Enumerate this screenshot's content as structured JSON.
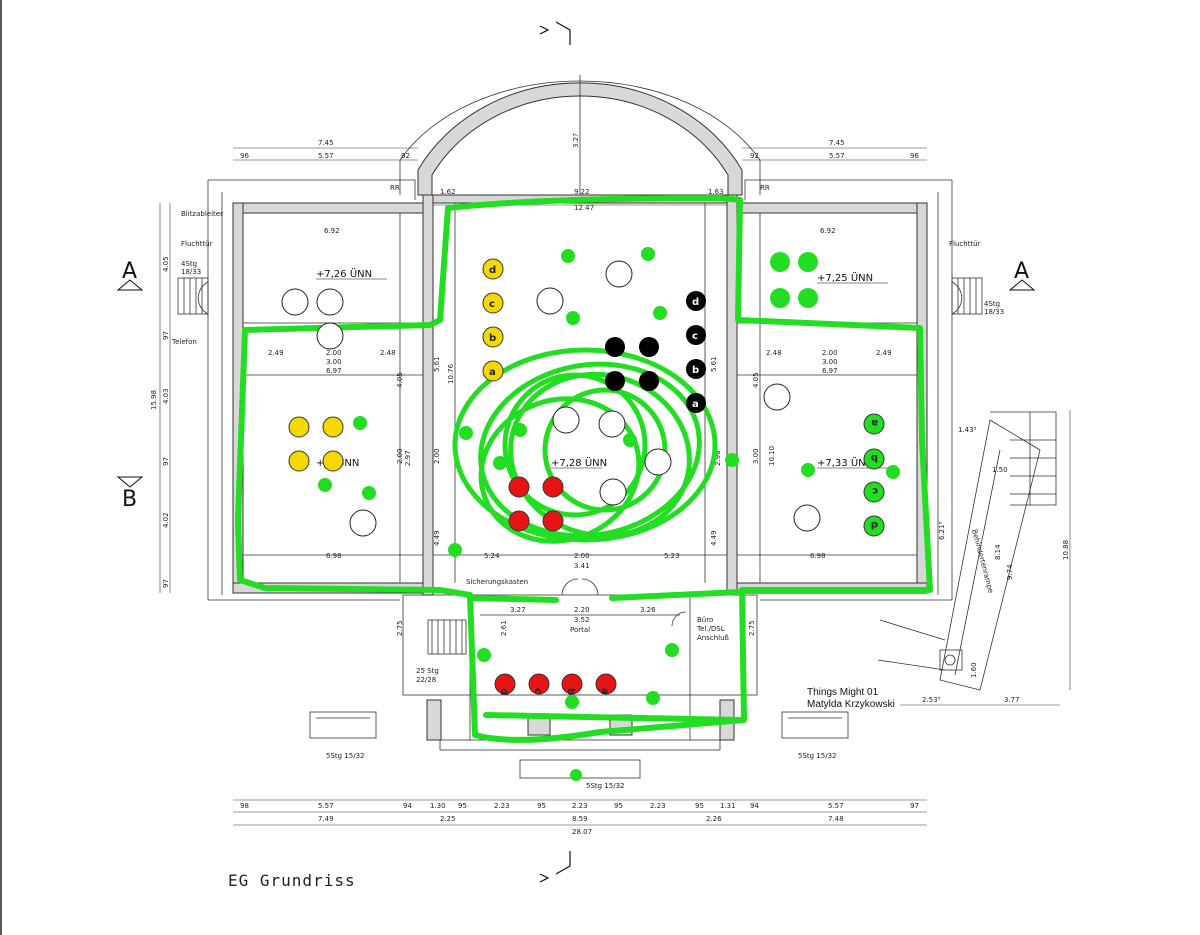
{
  "drawing_title": "EG  Grundriss",
  "credit": {
    "line1": "Things Might 01",
    "line2": "Matylda Krzykowski"
  },
  "sections": {
    "a_left": "A",
    "a_right": "A",
    "b_left": "B"
  },
  "levels": {
    "north_west": "+7,26  ÜNN",
    "north_east": "+7,25  ÜNN",
    "west": "+7,   ÜNN",
    "center": "+7,28  ÜNN",
    "east": "+7,33  ÜNN"
  },
  "labels": {
    "blitzableiter": "Blitzableiter",
    "fluchttuer_left": "Fluchttür",
    "fluchttuer_right": "Fluchttür",
    "stg_left": "4Stg",
    "stg_left_ratio": "18/33",
    "stg_right": "4Stg",
    "stg_right_ratio": "18/33",
    "telefon": "Telefon",
    "sicherungskasten": "Sicherungskasten",
    "portal": "Portal",
    "buero_1": "Büro",
    "buero_2": "Tel./DSL",
    "buero_3": "Anschluß",
    "stg25": "25  Stg",
    "stg25_ratio": "22/28",
    "rr_left": "RR",
    "rr_right": "RR",
    "stg5_left": "5Stg   15/32",
    "stg5_right": "5Stg   15/32",
    "stg5_center": "5Stg   15/32",
    "rampe": "Behindertenrampe"
  },
  "dimensions": {
    "top_left": [
      "7.45",
      "96",
      "5.57",
      "92"
    ],
    "top_right": [
      "7.45",
      "92",
      "5.57",
      "96"
    ],
    "top_mid": [
      "1.62",
      "9.22",
      "1.63",
      "12.47",
      "3.2?"
    ],
    "rooms": [
      "6.92",
      "6.92",
      "2.49",
      "2.00",
      "2.48",
      "3.00",
      "6.97",
      "2.48",
      "2.00",
      "2.49",
      "3.00",
      "6.97",
      "6.98",
      "5.24",
      "2.00",
      "3.41",
      "5.23",
      "6.98"
    ],
    "lower": [
      "3.27",
      "2.20",
      "3.52",
      "3.26",
      "2.75",
      "2.75",
      "2.61",
      "1.43⁵",
      "1.50",
      "2.53⁵",
      "3.77",
      "10.88",
      "9.74",
      "8.14",
      "6.21⁵",
      "1.60"
    ],
    "verticals": [
      "4.05",
      "97",
      "15.98",
      "4.03",
      "97",
      "4.02",
      "97",
      "5.61",
      "10.76",
      "5.61",
      "4.05",
      "4.05",
      "4.49",
      "4.49",
      "2.00",
      "2.97",
      "2.00",
      "2.98",
      "3.00",
      "10.10"
    ],
    "bottom_row1": [
      "98",
      "5.57",
      "94",
      "1.30",
      "95",
      "2.23",
      "95",
      "2.23",
      "95",
      "2.23",
      "95",
      "1.31",
      "94",
      "5.57",
      "97"
    ],
    "bottom_row2": [
      "7.49",
      "2.25",
      "8.59",
      "2.26",
      "7.48"
    ],
    "bottom_row3": [
      "28.07"
    ]
  },
  "markers": {
    "yellow_letters": [
      "d",
      "c",
      "b",
      "a"
    ],
    "black_letters": [
      "d",
      "c",
      "b",
      "a"
    ],
    "green_letters": [
      "a",
      "b",
      "c",
      "d"
    ],
    "red_letters": [
      "d",
      "c",
      "b",
      "a"
    ]
  },
  "colors": {
    "green": "#22dd22",
    "yellow": "#f5d800",
    "red": "#e81414",
    "black": "#000000",
    "wall_fill": "#d8d8d8"
  }
}
